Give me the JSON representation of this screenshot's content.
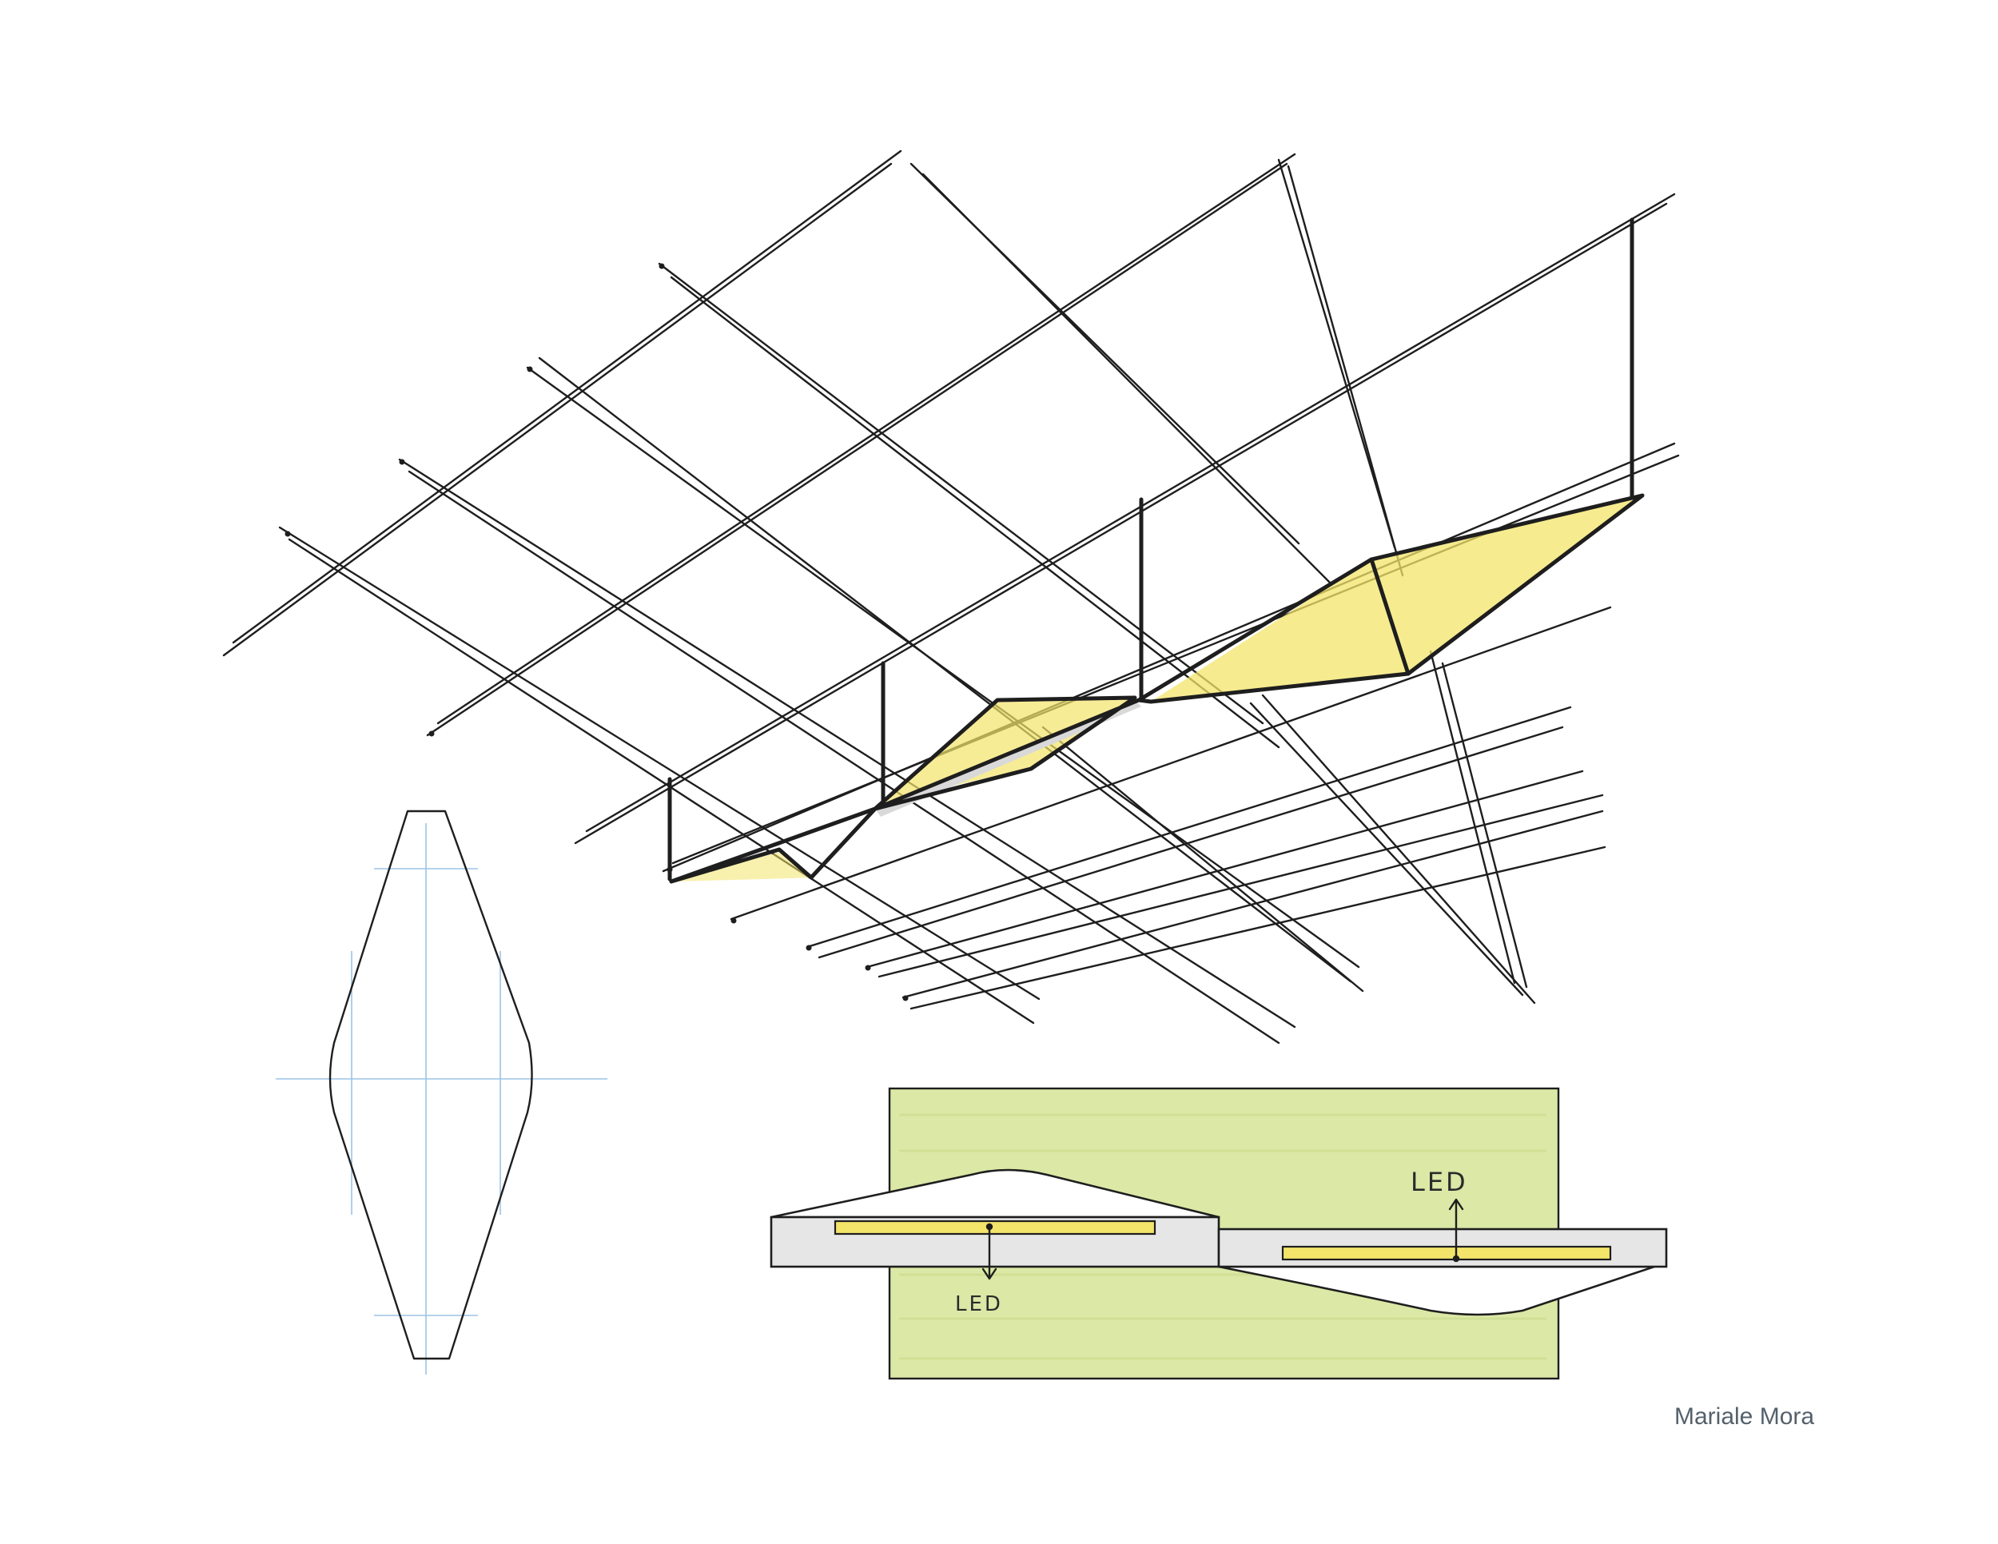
{
  "labels": {
    "led_upper": "LED",
    "led_lower": "LED",
    "credit": "Mariale Mora"
  },
  "colors": {
    "ink": "#1e1e1e",
    "led_yellow": "#f3e46a",
    "wall_green": "#dbe8a6",
    "guide_blue": "#9cc3e6",
    "panel_gray": "#e6e6e6",
    "credit_text": "#54616c"
  }
}
